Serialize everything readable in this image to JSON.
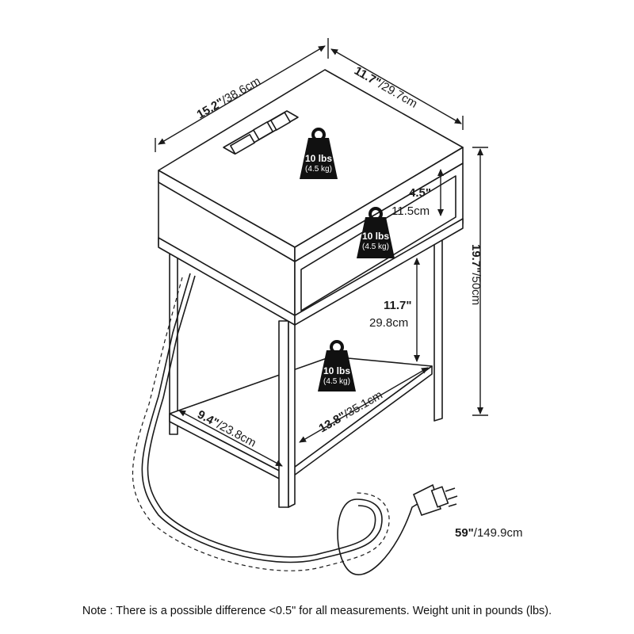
{
  "dimensions": {
    "width_in": "15.2\"",
    "width_cm": "/38.6cm",
    "depth_in": "11.7\"",
    "depth_cm": "/29.7cm",
    "height_in": "19.7\"",
    "height_cm": "/50cm",
    "drawer_in": "4.5\"",
    "drawer_cm": "11.5cm",
    "shelf_gap_in": "11.7\"",
    "shelf_gap_cm": "29.8cm",
    "shelf_depth_in": "9.4\"",
    "shelf_depth_cm": "/23.8cm",
    "shelf_width_in": "13.8\"",
    "shelf_width_cm": "/35.1cm",
    "cord_in": "59\"",
    "cord_cm": "/149.9cm"
  },
  "weights": [
    {
      "lbs": "10 lbs",
      "kg": "(4.5 kg)"
    },
    {
      "lbs": "10 lbs",
      "kg": "(4.5 kg)"
    },
    {
      "lbs": "10 lbs",
      "kg": "(4.5 kg)"
    }
  ],
  "note": "Note : There is a possible difference <0.5\" for all measurements. Weight unit in pounds (lbs).",
  "colors": {
    "line": "#1a1a1a",
    "weight_fill": "#111111",
    "background": "#ffffff"
  }
}
